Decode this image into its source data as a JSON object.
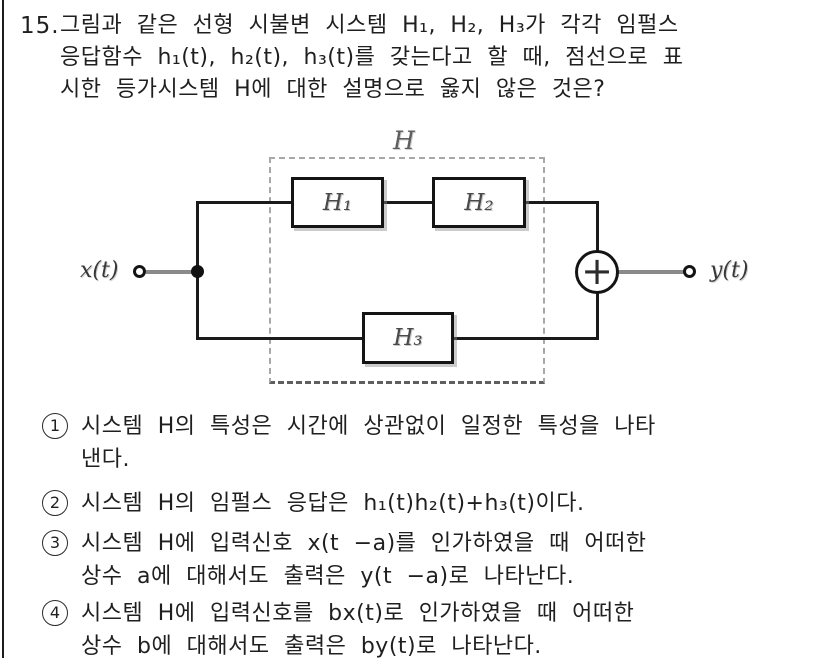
{
  "question": {
    "number": "15.",
    "lines": [
      "그림과 같은 선형 시불변 시스템 H₁, H₂, H₃가 각각 임펄스",
      "응답함수 h₁(t), h₂(t), h₃(t)를 갖는다고 할 때, 점선으로 표",
      "시한 등가시스템 H에 대한 설명으로 옳지 않은 것은?"
    ]
  },
  "diagram": {
    "system_label": "H",
    "blocks": {
      "h1": "H₁",
      "h2": "H₂",
      "h3": "H₃"
    },
    "input_label": "x(t)",
    "output_label": "y(t)",
    "sum_symbol": "+",
    "colors": {
      "wire": "#1a1a1a",
      "stub_wire": "#8a8a8a",
      "dashed_border": "#a8a8a8",
      "block_label": "#4a4a4a"
    }
  },
  "choices": [
    {
      "marker": "1",
      "lines": [
        "시스템 H의 특성은 시간에 상관없이 일정한 특성을 나타",
        "낸다."
      ]
    },
    {
      "marker": "2",
      "lines": [
        "시스템 H의 임펄스 응답은 h₁(t)h₂(t)+h₃(t)이다.",
        ""
      ]
    },
    {
      "marker": "3",
      "lines": [
        "시스템 H에 입력신호 x(t −a)를 인가하였을 때 어떠한",
        "상수 a에 대해서도 출력은 y(t −a)로 나타난다."
      ]
    },
    {
      "marker": "4",
      "lines": [
        "시스템 H에 입력신호를 bx(t)로 인가하였을 때 어떠한",
        "상수 b에 대해서도 출력은 by(t)로 나타난다."
      ]
    }
  ]
}
